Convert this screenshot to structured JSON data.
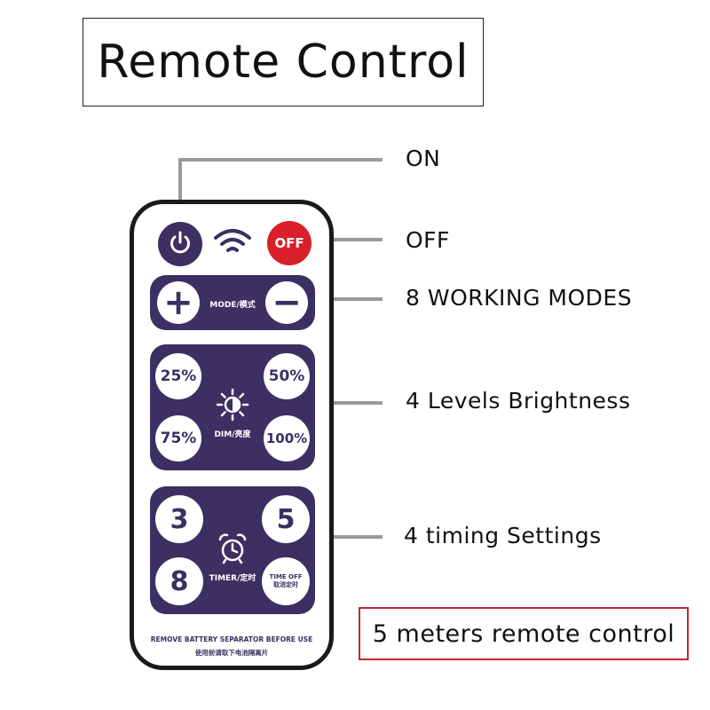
{
  "title": "Remote Control",
  "callouts": {
    "on": "ON",
    "off": "OFF",
    "modes": "8 WORKING MODES",
    "brightness": "4 Levels Brightness",
    "timing": "4 timing Settings",
    "range": "5 meters remote control"
  },
  "remote": {
    "off_button": "OFF",
    "mode_label": "MODE/模式",
    "plus": "+",
    "minus": "−",
    "dim_label": "DIM/亮度",
    "brightness_levels": [
      "25%",
      "50%",
      "75%",
      "100%"
    ],
    "timer_label": "TIMER/定时",
    "timer_values": [
      "3",
      "5",
      "8"
    ],
    "time_off_line1": "TIME OFF",
    "time_off_line2": "取消定时",
    "battery_note_en": "REMOVE BATTERY SEPARATOR BEFORE USE",
    "battery_note_cn": "使用前请取下电池隔离片"
  },
  "colors": {
    "panel": "#3c2f62",
    "off_button": "#d7202a",
    "power_button": "#3c2f62",
    "range_border": "#c0282e"
  },
  "icons": [
    "power-icon",
    "wifi-icon",
    "brightness-icon",
    "alarm-clock-icon"
  ]
}
